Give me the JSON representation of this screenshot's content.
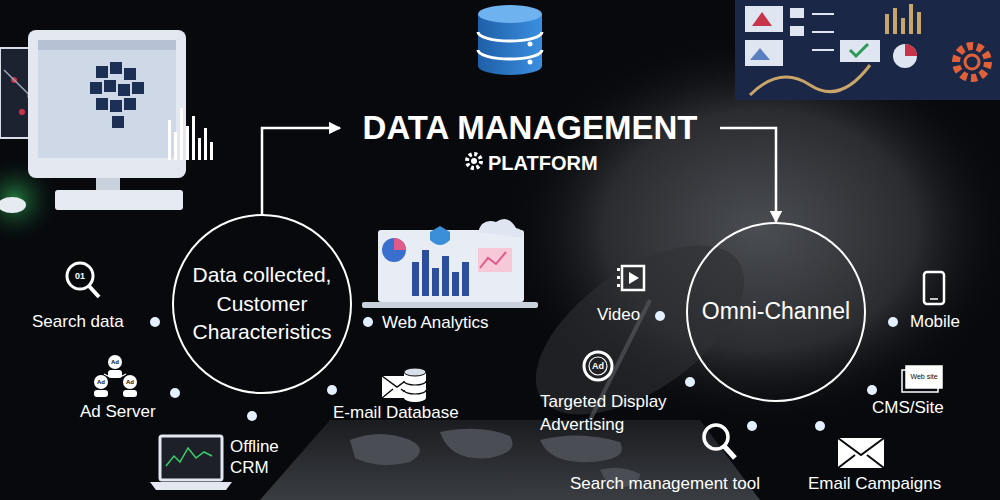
{
  "diagram": {
    "nodes": [
      {
        "text": [
          "Data collected, Customer Characteristics"
        ]
      },
      {
        "text": [
          "DATA MANAGEMENT",
          "PLATFORM"
        ]
      },
      {
        "text": [
          "Omni-Channel"
        ]
      }
    ],
    "edges": [
      {
        "from": 0,
        "to": 1,
        "arrow": "to"
      },
      {
        "from": 1,
        "to": 2,
        "arrow": "to"
      }
    ],
    "labels": [
      "01",
      "Search data",
      "Ad",
      "Ad",
      "Ad",
      "Ad Server",
      "Offline CRM",
      "E-mail Database",
      "Web Analytics",
      "Video",
      "Ad",
      "Targeted Display Advertising",
      "Search management tool",
      "Email Campaigns",
      "Web site",
      "CMS/Site",
      "Mobile"
    ]
  }
}
